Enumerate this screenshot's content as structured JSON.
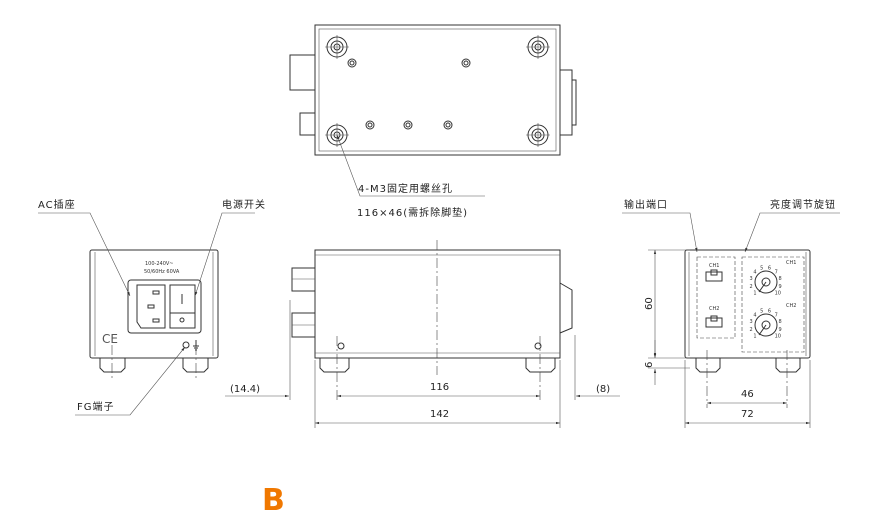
{
  "top_view": {
    "hole_note": "4-M3固定用螺丝孔",
    "hole_spacing": "116×46(需拆除脚垫)"
  },
  "rear_view": {
    "ac_socket_label": "AC插座",
    "power_switch_label": "电源开关",
    "fg_terminal_label": "FG端子",
    "rating_line1": "100-240V~",
    "rating_line2": "50/60Hz  60VA",
    "ce_mark": "CE",
    "offset_dim": "(14.4)"
  },
  "side_view": {
    "hole_dim": "116",
    "length_dim": "142",
    "rear_offset_dim": "(8)"
  },
  "front_view": {
    "output_port_label": "输出端口",
    "brightness_knob_label": "亮度调节旋钮",
    "ch1": "CH1",
    "ch2": "CH2",
    "height_dim": "60",
    "foot_dim": "6",
    "hole_width_dim": "46",
    "width_dim": "72",
    "dial_numbers": [
      "1",
      "2",
      "3",
      "4",
      "5",
      "6",
      "7",
      "8",
      "9",
      "10"
    ]
  },
  "variant_letter": "B",
  "accent_color": "#f07800"
}
